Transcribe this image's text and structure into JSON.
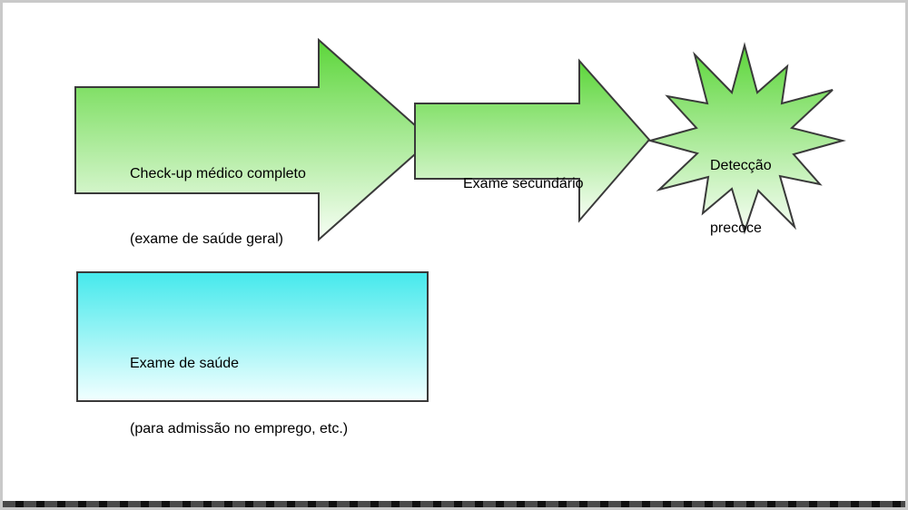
{
  "diagram": {
    "arrow1": {
      "line1": "Check-up médico completo",
      "line2": "(exame de saúde geral)"
    },
    "arrow2": {
      "label": "Exame secundário"
    },
    "burst": {
      "line1": "Detecção",
      "line2": "precoce"
    },
    "box": {
      "line1": "Exame de saúde",
      "line2": "(para admissão no emprego, etc.)"
    }
  },
  "colors": {
    "arrow_green_top": "#5cd63a",
    "arrow_green_bottom": "#f7fef5",
    "box_cyan_top": "#45e9ec",
    "box_cyan_bottom": "#f2ffff",
    "outline": "#3a3a3a"
  }
}
